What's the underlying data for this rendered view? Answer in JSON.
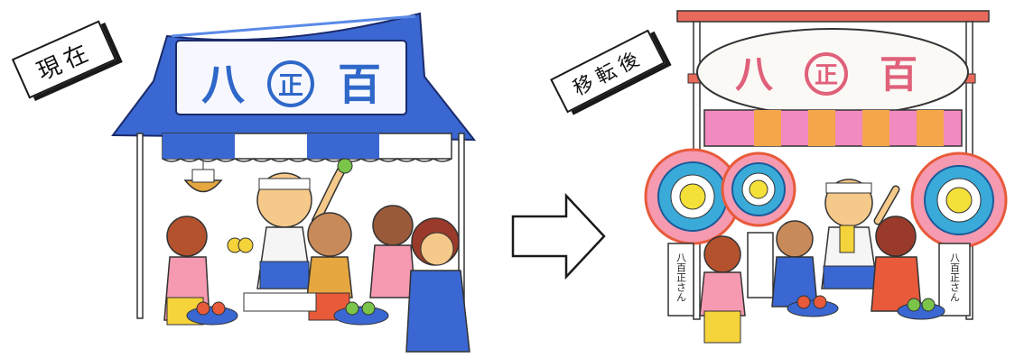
{
  "labels": {
    "before": "現在",
    "after": "移転後"
  },
  "store_before": {
    "sign_left": "八",
    "sign_mark": "正",
    "sign_right": "百",
    "sign_color": "#2f68c9",
    "roof_color": "#3a67d1"
  },
  "store_after": {
    "sign_left": "八",
    "sign_mark": "正",
    "sign_right": "百",
    "sign_color": "#e0607a",
    "frame_color": "#e86a5a",
    "banner_left": "八百正さん",
    "banner_right": "八百正さん"
  },
  "arrow": {
    "icon": "right-arrow-icon"
  }
}
